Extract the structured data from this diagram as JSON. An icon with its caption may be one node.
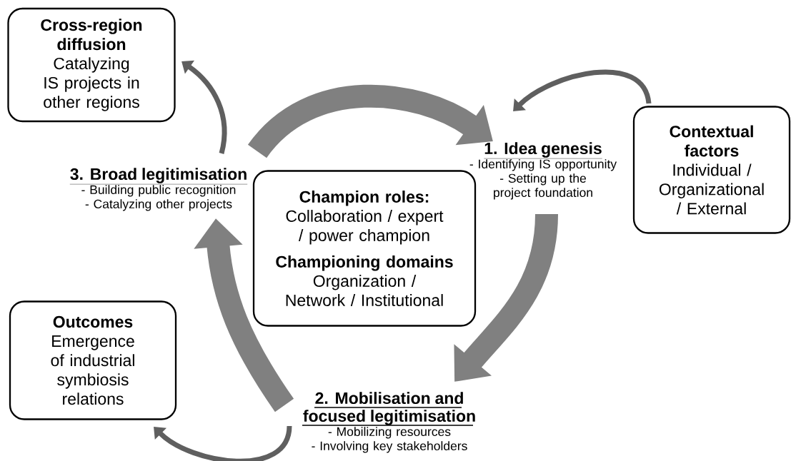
{
  "diagram": {
    "nodes": [
      {
        "text": [
          "Cross-region diffusion",
          "Catalyzing IS projects in other regions"
        ]
      },
      {
        "text": [
          "Contextual factors",
          "Individual / Organizational / External"
        ]
      },
      {
        "text": [
          "1. Idea genesis",
          "- Identifying IS opportunity",
          "- Setting up the project foundation"
        ]
      },
      {
        "text": [
          "3. Broad legitimisation",
          "- Building public recognition",
          "- Catalyzing other projects"
        ]
      },
      {
        "text": [
          "Champion roles:",
          "Collaboration / expert / power champion",
          "Championing domains",
          "Organization / Network / Institutional"
        ]
      },
      {
        "text": [
          "Outcomes",
          "Emergence of industrial symbiosis relations"
        ]
      },
      {
        "text": [
          "2. Mobilisation and focused legitimisation",
          "- Mobilizing resources",
          "- Involving key stakeholders"
        ]
      }
    ],
    "edges": [
      {
        "from": 3,
        "to": 0,
        "arrow": "to",
        "color": "#5f5f5f"
      },
      {
        "from": 1,
        "to": 2,
        "arrow": "to",
        "color": "#5f5f5f"
      },
      {
        "from": 3,
        "to": 2,
        "arrow": "to",
        "style": "thick",
        "color": "#808080"
      },
      {
        "from": 2,
        "to": 6,
        "arrow": "to",
        "style": "thick",
        "color": "#808080"
      },
      {
        "from": 6,
        "to": 3,
        "arrow": "to",
        "style": "thick",
        "color": "#808080"
      },
      {
        "from": 6,
        "to": 5,
        "arrow": "to",
        "color": "#5f5f5f"
      }
    ]
  }
}
